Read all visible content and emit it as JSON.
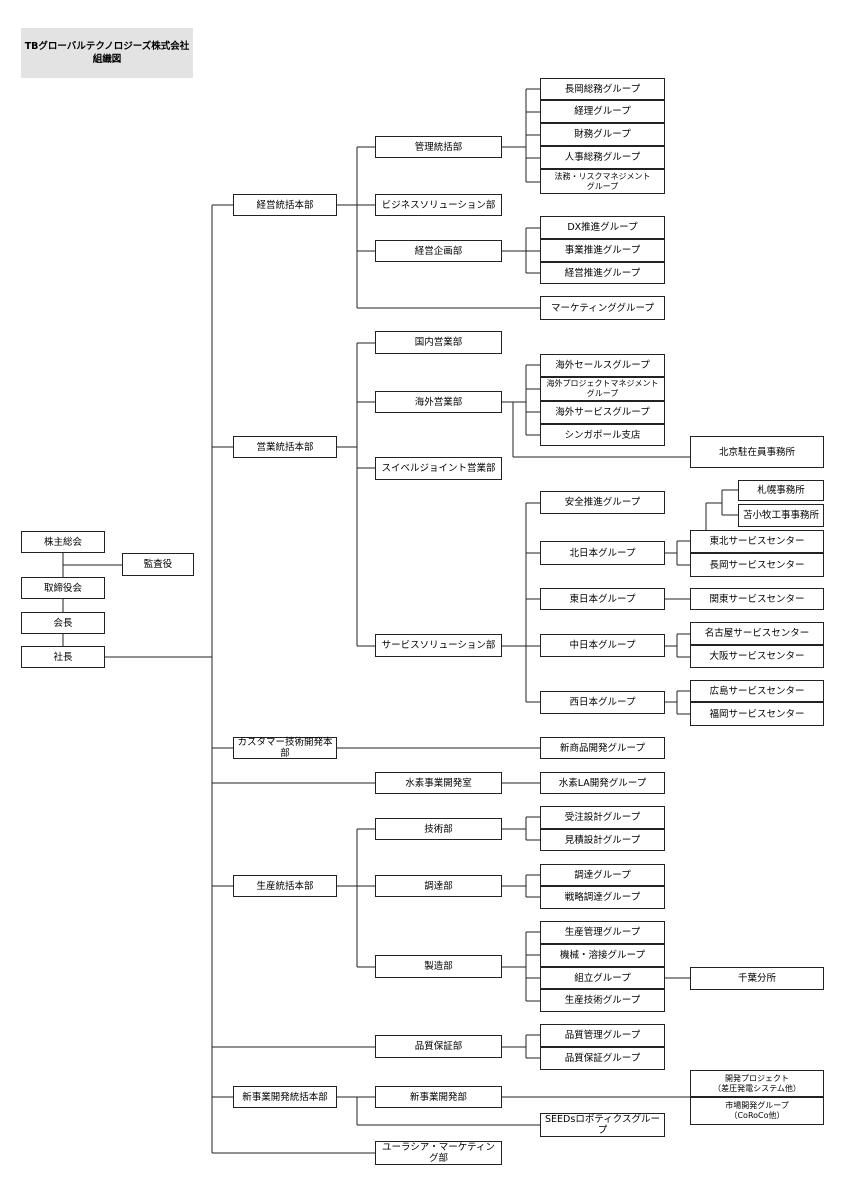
{
  "title": {
    "line1": "TBグローバルテクノロジーズ株式会社",
    "line2": "組織図"
  },
  "governance": {
    "shareholders": "株主総会",
    "auditor": "監査役",
    "board": "取締役会",
    "chairman": "会長",
    "president": "社長"
  },
  "divisions": {
    "management_hq": "経営統括本部",
    "sales_hq": "営業統括本部",
    "customer_tech_hq": "カスタマー技術開発本部",
    "hydrogen_office": "水素事業開発室",
    "production_hq": "生産統括本部",
    "quality_dept": "品質保証部",
    "new_business_hq": "新事業開発統括本部",
    "eurasia_marketing": "ユーラシア・マーケティング部"
  },
  "departments": {
    "admin": "管理統括部",
    "business_solution": "ビジネスソリューション部",
    "planning": "経営企画部",
    "domestic_sales": "国内営業部",
    "overseas_sales": "海外営業部",
    "swivel_joint_sales": "スイベルジョイント営業部",
    "service_solution": "サービスソリューション部",
    "engineering": "技術部",
    "procurement": "調達部",
    "manufacturing": "製造部",
    "new_business_dev": "新事業開発部"
  },
  "groups": {
    "nagaoka_general": "長岡総務グループ",
    "accounting": "経理グループ",
    "finance": "財務グループ",
    "hr": "人事総務グループ",
    "legal_risk": "法務・リスクマネジメント\nグループ",
    "dx": "DX推進グループ",
    "business_promo": "事業推進グループ",
    "management_promo": "経営推進グループ",
    "marketing": "マーケティンググループ",
    "overseas_sales_grp": "海外セールスグループ",
    "overseas_project": "海外プロジェクトマネジメント\nグループ",
    "overseas_service": "海外サービスグループ",
    "singapore": "シンガポール支店",
    "beijing": "北京駐在員事務所",
    "safety": "安全推進グループ",
    "north_japan": "北日本グループ",
    "east_japan": "東日本グループ",
    "central_japan": "中日本グループ",
    "west_japan": "西日本グループ",
    "sapporo": "札幌事務所",
    "tomakomai": "苫小牧工事事務所",
    "tohoku_sc": "東北サービスセンター",
    "nagaoka_sc": "長岡サービスセンター",
    "kanto_sc": "関東サービスセンター",
    "nagoya_sc": "名古屋サービスセンター",
    "osaka_sc": "大阪サービスセンター",
    "hiroshima_sc": "広島サービスセンター",
    "fukuoka_sc": "福岡サービスセンター",
    "new_product": "新商品開発グループ",
    "hydrogen_la": "水素LA開発グループ",
    "order_design": "受注設計グループ",
    "estimate_design": "見積設計グループ",
    "procurement_grp": "調達グループ",
    "strategic_procurement": "戦略調達グループ",
    "production_mgmt": "生産管理グループ",
    "machining_welding": "機械・溶接グループ",
    "assembly": "組立グループ",
    "production_tech": "生産技術グループ",
    "chiba": "千葉分所",
    "quality_mgmt": "品質管理グループ",
    "quality_assurance": "品質保証グループ",
    "dev_project": "開発プロジェクト\n（差圧発電システム他）",
    "market_dev": "市場開発グループ\n（CoRoCo他）",
    "seeds_robotics": "SEEDsロボティクスグループ"
  }
}
